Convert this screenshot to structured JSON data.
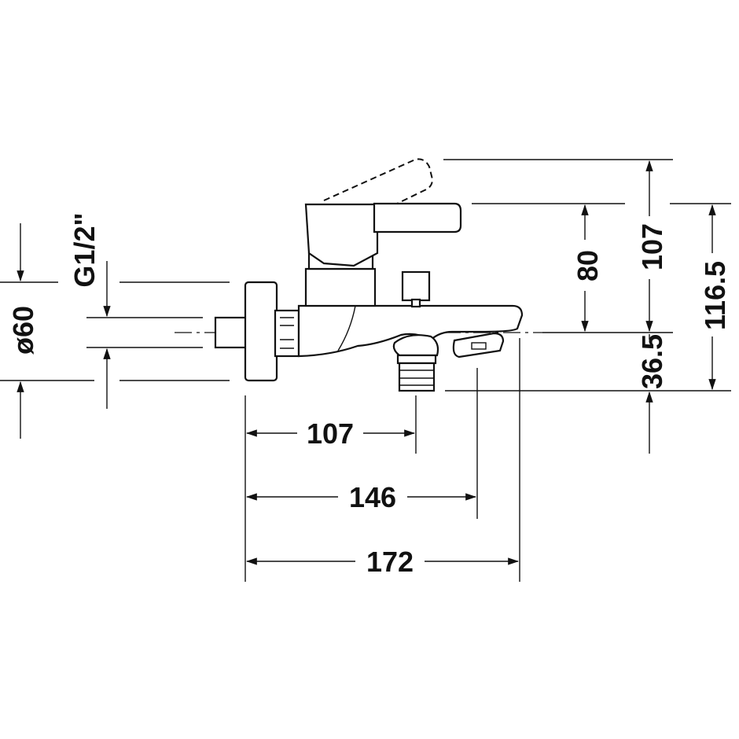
{
  "drawing": {
    "subject": "",
    "colors": {
      "line": "#111111",
      "background": "#ffffff"
    }
  },
  "dimensions": {
    "h_107": "107",
    "h_146": "146",
    "h_172": "172",
    "v_80": "80",
    "v_107": "107",
    "v_116_5": "116.5",
    "v_36_5": "36.5",
    "dia_60": "ø60",
    "thread": "G1/2\""
  }
}
